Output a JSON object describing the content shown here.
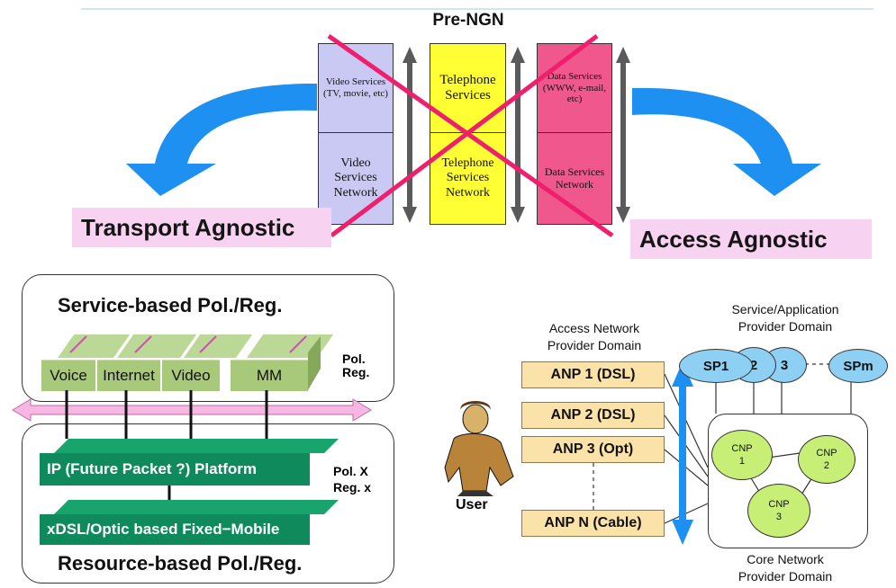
{
  "pre_ngn": {
    "title": "Pre-NGN",
    "columns": [
      {
        "top": "Video Services (TV, movie, etc)",
        "bottom": "Video Services Network",
        "color": "#c9c9f4"
      },
      {
        "top": "Telephone Services",
        "bottom": "Telephone Services Network",
        "color": "#ffff33"
      },
      {
        "top": "Data Services (WWW, e-mail, etc)",
        "bottom": "Data Services Network",
        "color": "#f0578d"
      }
    ],
    "transport_agnostic": "Transport Agnostic",
    "access_agnostic": "Access Agnostic",
    "arrow_color": "#1e90f2",
    "cross_color": "#f01f6e"
  },
  "layers": {
    "service_label": "Service-based Pol./Reg.",
    "services": [
      "Voice",
      "Internet",
      "Video",
      "MM"
    ],
    "pol_reg": "Pol.\nReg.",
    "ip_platform": "IP (Future Packet ?) Platform",
    "fixed_mobile": "xDSL/Optic based Fixed−Mobile",
    "pol_reg_x": "Pol. X\nReg. x",
    "resource_label": "Resource-based Pol./Reg."
  },
  "domains": {
    "access_domain": "Access Network\nProvider Domain",
    "service_domain": "Service/Application\nProvider Domain",
    "core_domain": "Core Network\nProvider Domain",
    "anps": [
      "ANP 1 (DSL)",
      "ANP 2 (DSL)",
      "ANP 3 (Opt)",
      "ANP N (Cable)"
    ],
    "user": "User",
    "sps": [
      "SP1",
      "2",
      "3",
      "SPm"
    ],
    "cnps": [
      "CNP\n1",
      "CNP\n2",
      "CNP\n3"
    ]
  }
}
